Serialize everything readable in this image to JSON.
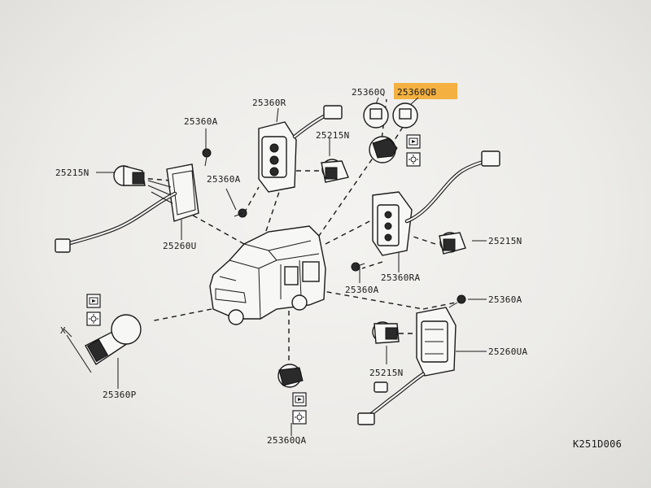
{
  "labels": {
    "p25360Q": "25360Q",
    "p25360QB": "25360QB",
    "p25360R": "25360R",
    "p25360A_1": "25360A",
    "p25360A_2": "25360A",
    "p25360A_3": "25360A",
    "p25360A_4": "25360A",
    "p25215N_1": "25215N",
    "p25215N_2": "25215N",
    "p25215N_3": "25215N",
    "p25215N_4": "25215N",
    "p25260U": "25260U",
    "p25260UA": "25260UA",
    "p25360RA": "25360RA",
    "p25360P": "25360P",
    "p25360QA": "25360QA",
    "x_mark": "X",
    "diagram_code": "K251D006"
  },
  "highlight_color": "#f5a623",
  "icons": [
    "reverse-light-icon",
    "sun-light-icon"
  ]
}
